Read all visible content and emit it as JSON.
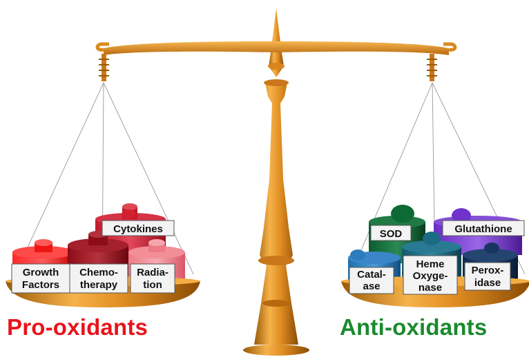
{
  "pro_oxidants": {
    "title": "Pro-oxidants",
    "color": "#e8141b",
    "weights": {
      "growth_factors": [
        "Growth",
        "Factors"
      ],
      "chemotherapy": [
        "Chemo-",
        "therapy"
      ],
      "radiation": [
        "Radia-",
        "tion"
      ],
      "cytokines": [
        "Cytokines"
      ]
    }
  },
  "anti_oxidants": {
    "title": "Anti-oxidants",
    "color": "#1a8a2e",
    "weights": {
      "sod": [
        "SOD"
      ],
      "glutathione": [
        "Glutathione"
      ],
      "catalase": [
        "Catal-",
        "ase"
      ],
      "heme_oxygenase": [
        "Heme",
        "Oxyge-",
        "nase"
      ],
      "peroxidase": [
        "Perox-",
        "idase"
      ]
    }
  },
  "scale_color": "#d98a1c"
}
